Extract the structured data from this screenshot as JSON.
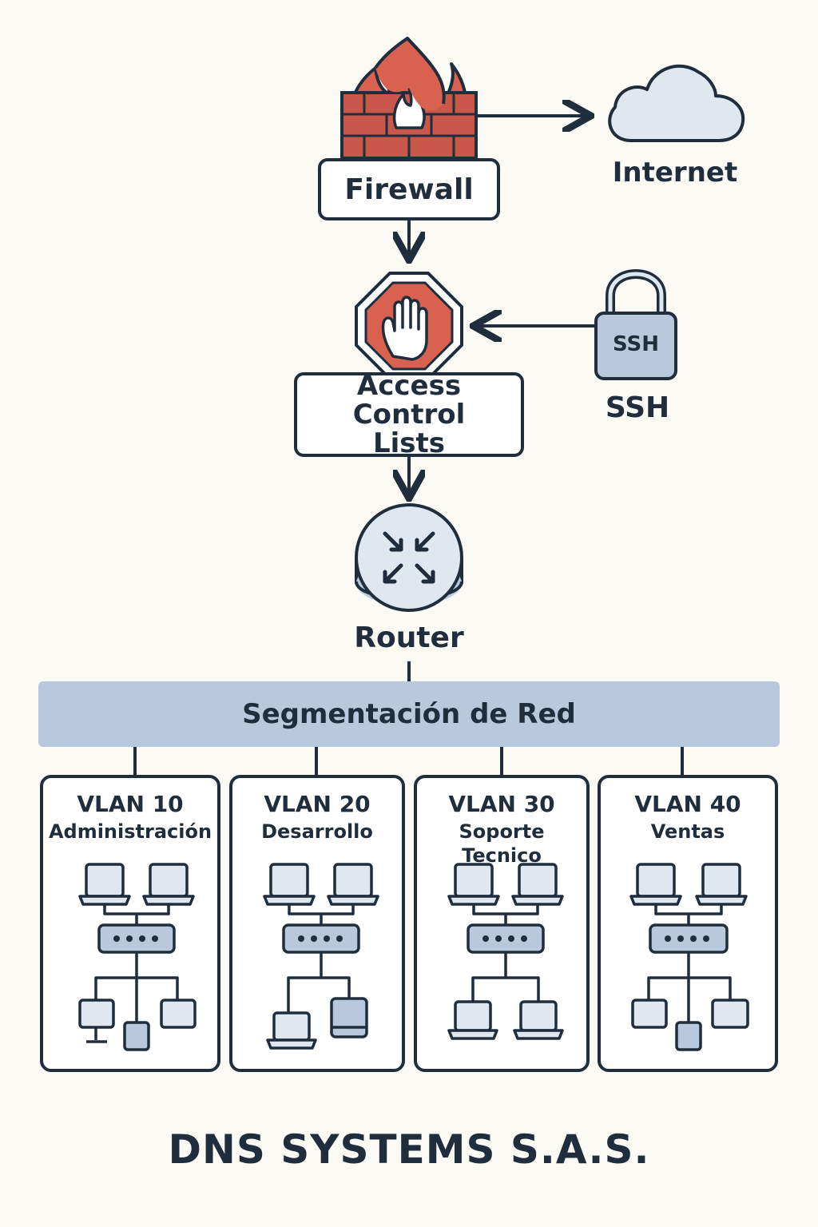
{
  "nodes": {
    "firewall": {
      "label": "Firewall"
    },
    "internet": {
      "label": "Internet"
    },
    "acl": {
      "label_line1": "Access Control",
      "label_line2": "Lists"
    },
    "ssh": {
      "label": "SSH",
      "badge": "SSH"
    },
    "router": {
      "label": "Router"
    }
  },
  "segmentation": {
    "label": "Segmentación de Red"
  },
  "vlans": [
    {
      "id": "VLAN 10",
      "name": "Administración"
    },
    {
      "id": "VLAN 20",
      "name": "Desarrollo"
    },
    {
      "id": "VLAN 30",
      "name": "Soporte Tecnico"
    },
    {
      "id": "VLAN 40",
      "name": "Ventas"
    }
  ],
  "footer": {
    "company": "DNS SYSTEMS S.A.S."
  },
  "colors": {
    "ink": "#1f2d3d",
    "brick": "#c9584a",
    "flame": "#d9614f",
    "light_blue": "#b8c9dd",
    "device_fill": "#dfe7f1",
    "background": "#fbfaf5"
  },
  "icons": [
    "firewall-icon",
    "cloud-icon",
    "stop-hand-icon",
    "padlock-icon",
    "router-icon",
    "laptop-icon",
    "switch-icon",
    "desktop-icon",
    "tablet-icon"
  ]
}
